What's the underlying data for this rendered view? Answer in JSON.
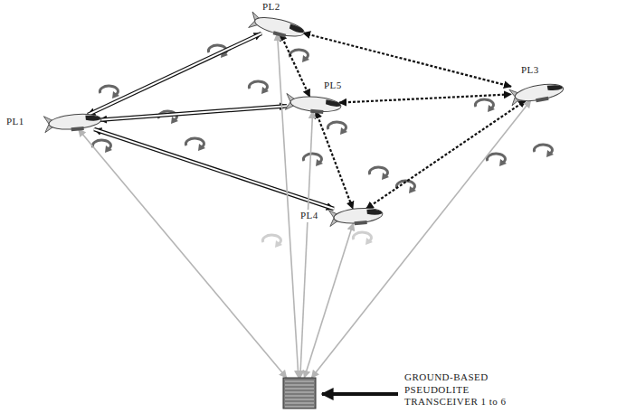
{
  "diagram": {
    "nodes": [
      {
        "text": [
          "PL1"
        ]
      },
      {
        "text": [
          "PL2"
        ]
      },
      {
        "text": [
          "PL3"
        ]
      },
      {
        "text": [
          "PL4"
        ]
      },
      {
        "text": [
          "PL5"
        ]
      },
      {
        "text": [
          "GROUND-BASED PSEUDOLITE TRANSCEIVER 1 to 6"
        ]
      }
    ],
    "edges": [
      {
        "from": 0,
        "to": 1,
        "arrow": "both"
      },
      {
        "from": 0,
        "to": 4,
        "arrow": "both"
      },
      {
        "from": 0,
        "to": 3,
        "arrow": "both"
      },
      {
        "from": 1,
        "to": 2,
        "arrow": "both"
      },
      {
        "from": 4,
        "to": 2,
        "arrow": "both"
      },
      {
        "from": 3,
        "to": 2,
        "arrow": "both"
      },
      {
        "from": 1,
        "to": 4,
        "arrow": "both"
      },
      {
        "from": 4,
        "to": 3,
        "arrow": "both"
      },
      {
        "from": 0,
        "to": 5,
        "arrow": "both"
      },
      {
        "from": 1,
        "to": 5,
        "arrow": "both"
      },
      {
        "from": 4,
        "to": 5,
        "arrow": "both"
      },
      {
        "from": 3,
        "to": 5,
        "arrow": "both"
      },
      {
        "from": 2,
        "to": 5,
        "arrow": "both"
      }
    ]
  }
}
